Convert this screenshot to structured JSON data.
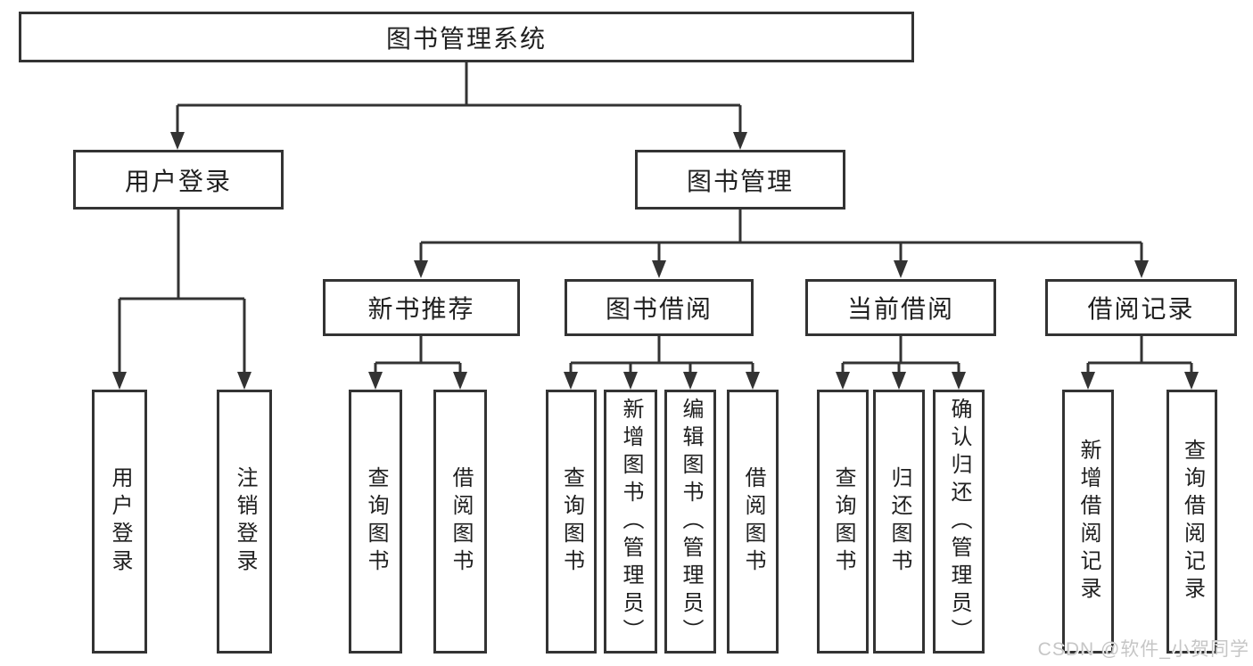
{
  "watermark": "CSDN @软件_小贺同学",
  "colors": {
    "background": "#ffffff",
    "line": "#333333",
    "box_border": "#333333",
    "text": "#1f1f1f",
    "watermark": "#c6c6c6"
  },
  "tree": {
    "label": "图书管理系统",
    "children": [
      {
        "label": "用户登录",
        "children": [
          {
            "label": "用户登录"
          },
          {
            "label": "注销登录"
          }
        ]
      },
      {
        "label": "图书管理",
        "children": [
          {
            "label": "新书推荐",
            "children": [
              {
                "label": "查询图书"
              },
              {
                "label": "借阅图书"
              }
            ]
          },
          {
            "label": "图书借阅",
            "children": [
              {
                "label": "查询图书"
              },
              {
                "label": "新增图书（管理员）"
              },
              {
                "label": "编辑图书（管理员）"
              },
              {
                "label": "借阅图书"
              }
            ]
          },
          {
            "label": "当前借阅",
            "children": [
              {
                "label": "查询图书"
              },
              {
                "label": "归还图书"
              },
              {
                "label": "确认归还（管理员）"
              }
            ]
          },
          {
            "label": "借阅记录",
            "children": [
              {
                "label": "新增借阅记录"
              },
              {
                "label": "查询借阅记录"
              }
            ]
          }
        ]
      }
    ]
  }
}
